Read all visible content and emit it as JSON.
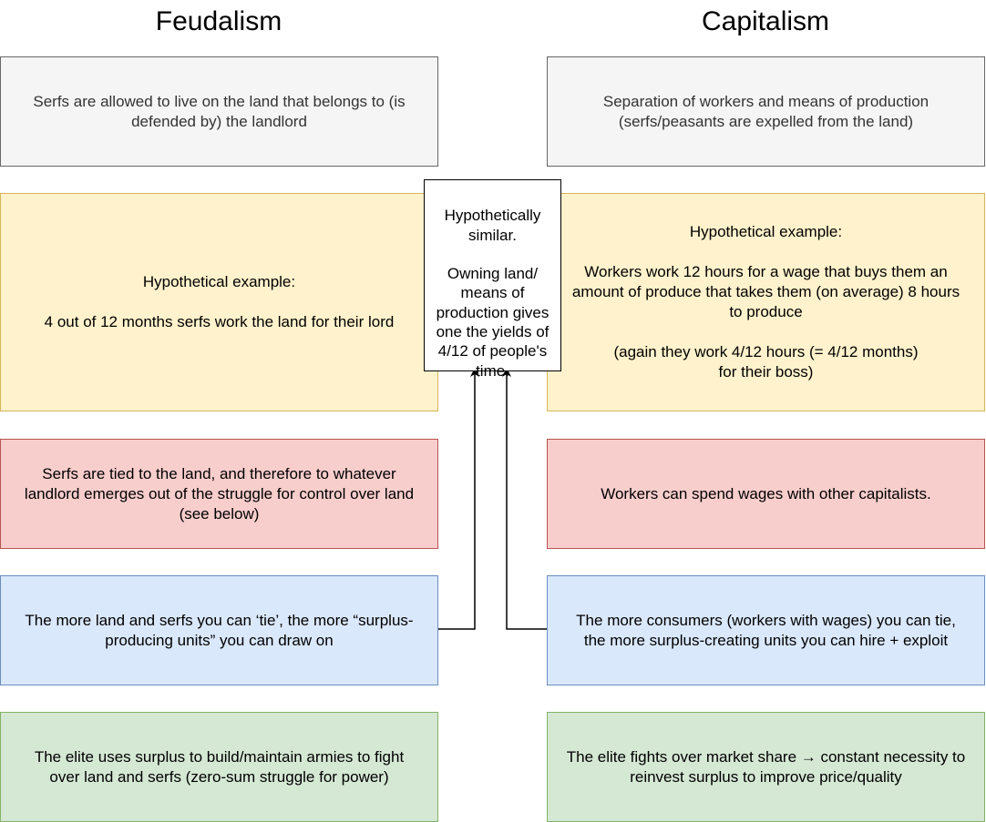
{
  "columns": {
    "left_title": "Feudalism",
    "right_title": "Capitalism"
  },
  "feudalism": {
    "land": "Serfs are allowed to live on the land that belongs to (is defended by) the landlord",
    "example": "Hypothetical example:\n\n4 out of 12 months serfs work the land for their lord",
    "tied": "Serfs are tied to the land, and therefore to whatever landlord emerges out of the struggle for control over land (see below)",
    "surplus_units": "The more land and serfs you can ‘tie’, the more “surplus-producing units” you can draw on",
    "elite": "The elite uses surplus to build/maintain armies to fight over land and serfs (zero-sum struggle for power)"
  },
  "capitalism": {
    "separation": "Separation of workers and means of production\n(serfs/peasants are expelled from the land)",
    "example": "Hypothetical example:\n\nWorkers work 12 hours for a wage that buys them an amount of produce that takes them (on average) 8 hours to produce\n\n(again they work 4/12 hours (= 4/12 months)\nfor their boss)",
    "spend": "Workers can spend wages with other capitalists.",
    "consumers": "The more consumers (workers with wages) you can tie, the more surplus-creating units you can hire + exploit",
    "elite": "The elite fights over market share → constant necessity to reinvest surplus to improve price/quality"
  },
  "center": {
    "text": "Hypothetically similar.\n\nOwning land/ means of production gives one the yields of 4/12 of people's time."
  },
  "colors": {
    "gray_fill": "#f5f5f5",
    "yellow_fill": "#fff2cc",
    "red_fill": "#f8cecc",
    "blue_fill": "#dae8fc",
    "green_fill": "#d5e8d4"
  }
}
